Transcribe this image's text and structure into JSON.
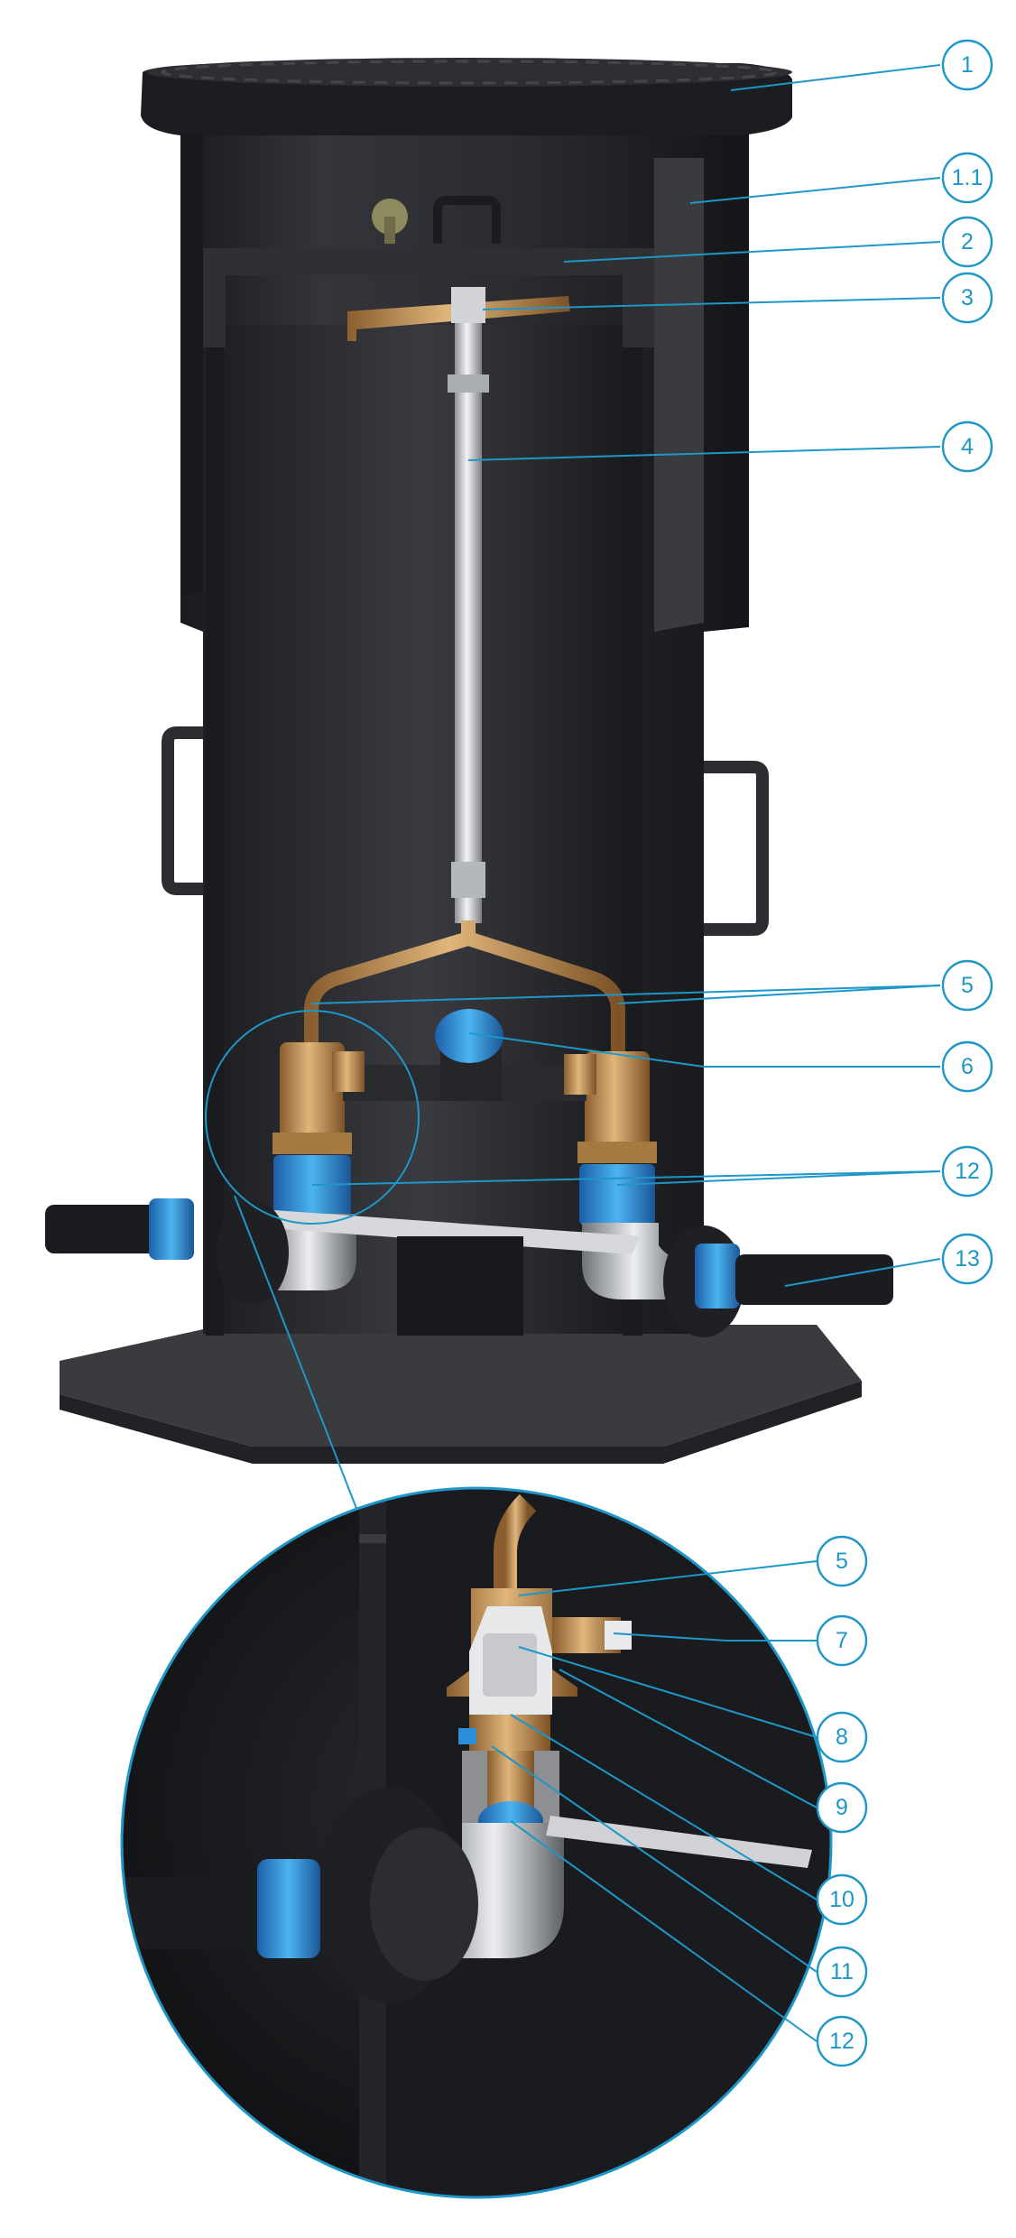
{
  "colors": {
    "accent": "#1e97c8",
    "body": "#2b2c2f",
    "body_dark": "#1c1d20",
    "brass": "#b8874c",
    "blue_fitting": "#2d8fd9",
    "steel": "#c9ccd1"
  },
  "callouts": [
    {
      "label": "1"
    },
    {
      "label": "1.1"
    },
    {
      "label": "2"
    },
    {
      "label": "3"
    },
    {
      "label": "4"
    },
    {
      "label": "5"
    },
    {
      "label": "6"
    },
    {
      "label": "12"
    },
    {
      "label": "13"
    },
    {
      "label": "5"
    },
    {
      "label": "7"
    },
    {
      "label": "8"
    },
    {
      "label": "9"
    },
    {
      "label": "10"
    },
    {
      "label": "11"
    },
    {
      "label": "12"
    }
  ]
}
